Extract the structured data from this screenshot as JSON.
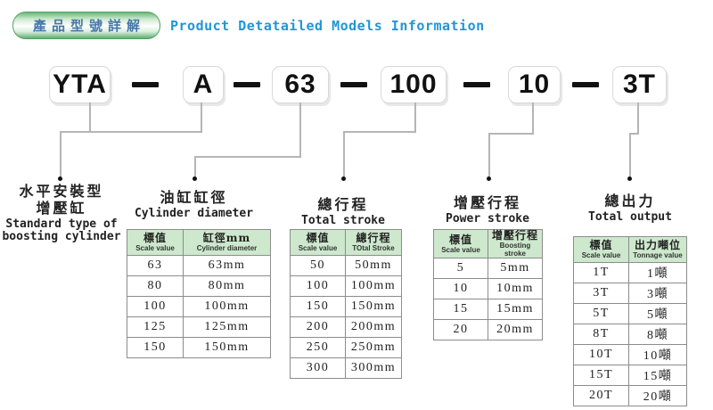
{
  "header": {
    "badge": "產品型號詳解",
    "title": "Product Detatailed Models Information"
  },
  "model_code": {
    "segments": [
      "YTA",
      "A",
      "63",
      "100",
      "10",
      "3T"
    ],
    "separator": "-"
  },
  "colors": {
    "title_blue": "#2196d3",
    "badge_text_blue": "#4677aa",
    "table_header_green": "#cde8cd",
    "table_border_gray": "#8c8c8c",
    "connector_gray": "#b5b5b5"
  },
  "sections": [
    {
      "zh_line1": "水平安裝型",
      "zh_line2": "增壓缸",
      "en_line1": "Standard type of",
      "en_line2": "boosting cylinder"
    },
    {
      "zh_line1": "油缸缸徑",
      "en_line1": "Cylinder diameter",
      "table": {
        "col1_zh": "標值",
        "col1_en": "Scale value",
        "col2_zh": "缸徑mm",
        "col2_en": "Cylinder diameter",
        "rows": [
          [
            "63",
            "63mm"
          ],
          [
            "80",
            "80mm"
          ],
          [
            "100",
            "100mm"
          ],
          [
            "125",
            "125mm"
          ],
          [
            "150",
            "150mm"
          ]
        ]
      }
    },
    {
      "zh_line1": "總行程",
      "en_line1": "Total stroke",
      "table": {
        "col1_zh": "標值",
        "col1_en": "Scale value",
        "col2_zh": "總行程",
        "col2_en": "TOtal Stroke",
        "rows": [
          [
            "50",
            "50mm"
          ],
          [
            "100",
            "100mm"
          ],
          [
            "150",
            "150mm"
          ],
          [
            "200",
            "200mm"
          ],
          [
            "250",
            "250mm"
          ],
          [
            "300",
            "300mm"
          ]
        ]
      }
    },
    {
      "zh_line1": "增壓行程",
      "en_line1": "Power stroke",
      "table": {
        "col1_zh": "標值",
        "col1_en": "Scale value",
        "col2_zh": "增壓行程",
        "col2_en": "Boosting stroke",
        "rows": [
          [
            "5",
            "5mm"
          ],
          [
            "10",
            "10mm"
          ],
          [
            "15",
            "15mm"
          ],
          [
            "20",
            "20mm"
          ]
        ]
      }
    },
    {
      "zh_line1": "總出力",
      "en_line1": "Total output",
      "table": {
        "col1_zh": "標值",
        "col1_en": "Scale value",
        "col2_zh": "出力噸位",
        "col2_en": "Tonnage value",
        "rows": [
          [
            "1T",
            "1噸"
          ],
          [
            "3T",
            "3噸"
          ],
          [
            "5T",
            "5噸"
          ],
          [
            "8T",
            "8噸"
          ],
          [
            "10T",
            "10噸"
          ],
          [
            "15T",
            "15噸"
          ],
          [
            "20T",
            "20噸"
          ]
        ]
      }
    }
  ]
}
